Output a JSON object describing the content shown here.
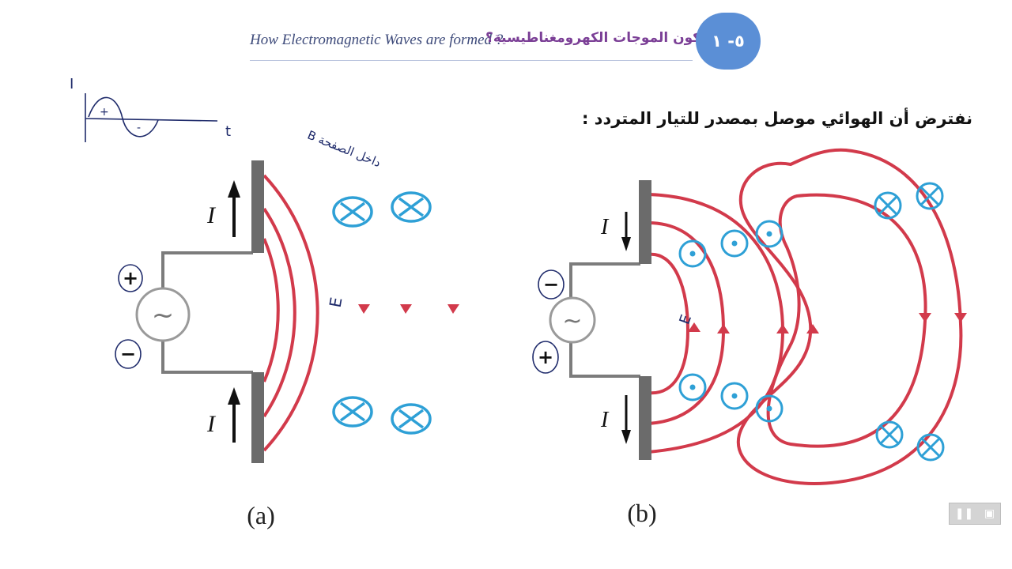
{
  "header": {
    "section_number": "٥- ١",
    "title_ar": "كيف تتكون الموجات الكهرومغناطيسية؟",
    "title_en": "How Electromagnetic Waves are formed ?"
  },
  "intro_text": "نفترض أن الهوائي موصل بمصدر للتيار المتردد :",
  "figure_a": {
    "caption": "(a)",
    "current_label": "I",
    "source_symbol": "~",
    "field_into_page_symbol": "⊗"
  },
  "figure_b": {
    "caption": "(b)",
    "current_label": "I",
    "source_symbol": "~",
    "field_out_of_page_symbol": "⊙",
    "field_into_page_symbol": "⊗"
  },
  "handwritten": {
    "graph_axis_y": "I",
    "graph_axis_x": "t",
    "graph_plus": "+",
    "graph_minus": "-",
    "a_top_sign": "+",
    "a_bottom_sign": "−",
    "b_top_sign": "−",
    "b_bottom_sign": "+",
    "a_field_note": "B داخل الصفحة",
    "a_e_label": "E",
    "b_e_label": "E"
  },
  "player": {
    "pause_icon": "pause-icon",
    "screen_icon": "screen-icon"
  },
  "colors": {
    "field_line": "#d23a4b",
    "antenna": "#6b6b6b",
    "field_symbol": "#2ea0d6",
    "badge": "#5b8fd6"
  }
}
